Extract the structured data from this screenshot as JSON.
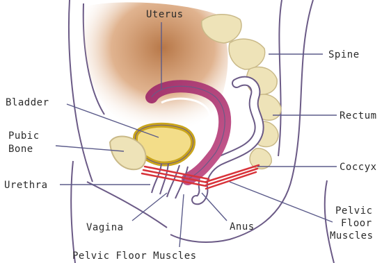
{
  "labels": {
    "uterus": "Uterus",
    "spine": "Spine",
    "bladder": "Bladder",
    "pubic_bone_line1": "Pubic",
    "pubic_bone_line2": "Bone",
    "rectum": "Rectum",
    "coccyx": "Coccyx",
    "urethra": "Urethra",
    "pelvic_floor_right_line1": "Pelvic",
    "pelvic_floor_right_line2": "Floor",
    "pelvic_floor_right_line3": "Muscles",
    "vagina": "Vagina",
    "anus": "Anus",
    "pelvic_floor_bottom": "Pelvic Floor Muscles"
  },
  "colors": {
    "outline": "#6b5a86",
    "leader_line": "#5b5b8a",
    "skin_shadow": "#c98a5a",
    "bone": "#eee3b8",
    "bone_shadow": "#c9b988",
    "bladder": "#c9a41c",
    "uterus_wall": "#b0407a",
    "muscle": "#d8333a"
  }
}
